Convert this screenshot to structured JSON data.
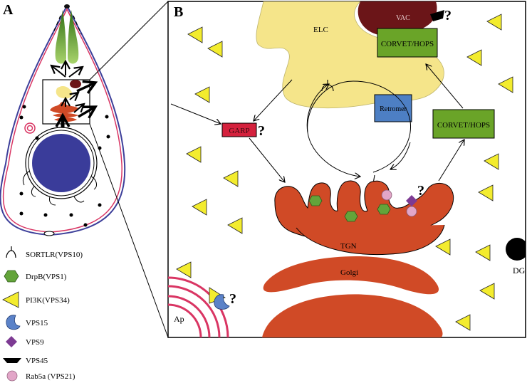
{
  "panels": {
    "a": "A",
    "b": "B"
  },
  "organelles": {
    "elc": "ELC",
    "vac": "VAC",
    "corvet_top": "CORVET/HOPS",
    "corvet_right": "CORVET/HOPS",
    "retromer": "Retromer",
    "garp": "GARP",
    "tgn": "TGN",
    "golgi": "Golgi",
    "dg": "DG",
    "ap": "Ap"
  },
  "question_mark": "?",
  "legend": [
    {
      "icon": "sortlr-icon",
      "label": "SORTLR(VPS10)"
    },
    {
      "icon": "drpb-icon",
      "label": "DrpB(VPS1)"
    },
    {
      "icon": "pi3k-icon",
      "label": "PI3K(VPS34)"
    },
    {
      "icon": "vps15-icon",
      "label": "VPS15"
    },
    {
      "icon": "vps9-icon",
      "label": "VPS9"
    },
    {
      "icon": "vps45-icon",
      "label": "VPS45"
    },
    {
      "icon": "rab5a-icon",
      "label": "Rab5a (VPS21)"
    }
  ],
  "colors": {
    "elc": "#f5e58a",
    "vac": "#6b1518",
    "corvet": "#6aa428",
    "retromer": "#4d7fc4",
    "garp": "#d4213d",
    "tgn_golgi": "#d04a26",
    "drpb": "#63a43a",
    "pi3k": "#f3ec2e",
    "vps15": "#5b82c8",
    "vps9": "#7d3b93",
    "rab5a": "#e2a6c8",
    "nucleus": "#3a3c9a",
    "apicoplast": "#d93563",
    "micronemes": "#6aab2e"
  }
}
